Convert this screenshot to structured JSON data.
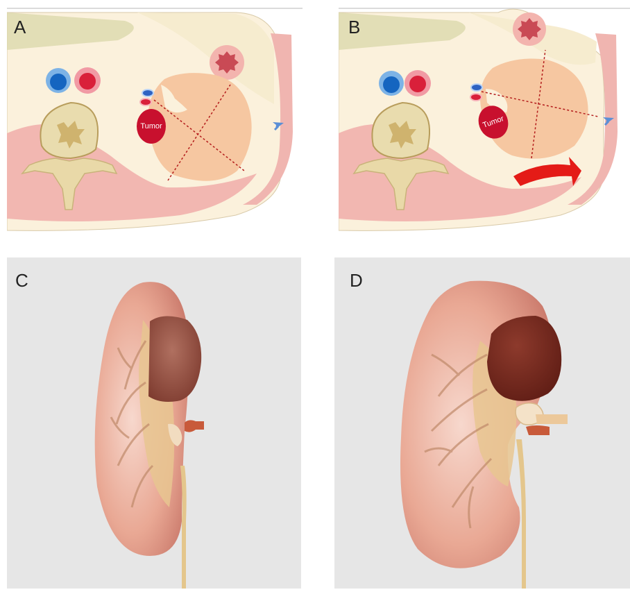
{
  "figure": {
    "panels": [
      {
        "id": "A",
        "label": "A",
        "tumor_label": "Tumor"
      },
      {
        "id": "B",
        "label": "B",
        "tumor_label": "Tumor"
      },
      {
        "id": "C",
        "label": "C"
      },
      {
        "id": "D",
        "label": "D"
      }
    ]
  },
  "colors": {
    "skin": "#f3c9c2",
    "fat": "#fbf1dc",
    "muscle": "#efb6b2",
    "kidney": "#f6c7a1",
    "tumor": "#c8102e",
    "artery": "#d9203a",
    "vein": "#1565c0",
    "arrow": "#e41b17",
    "marker_arrow": "#5b8fd6",
    "bowel": "#c94a55",
    "background_bottom": "#e6e6e6"
  }
}
